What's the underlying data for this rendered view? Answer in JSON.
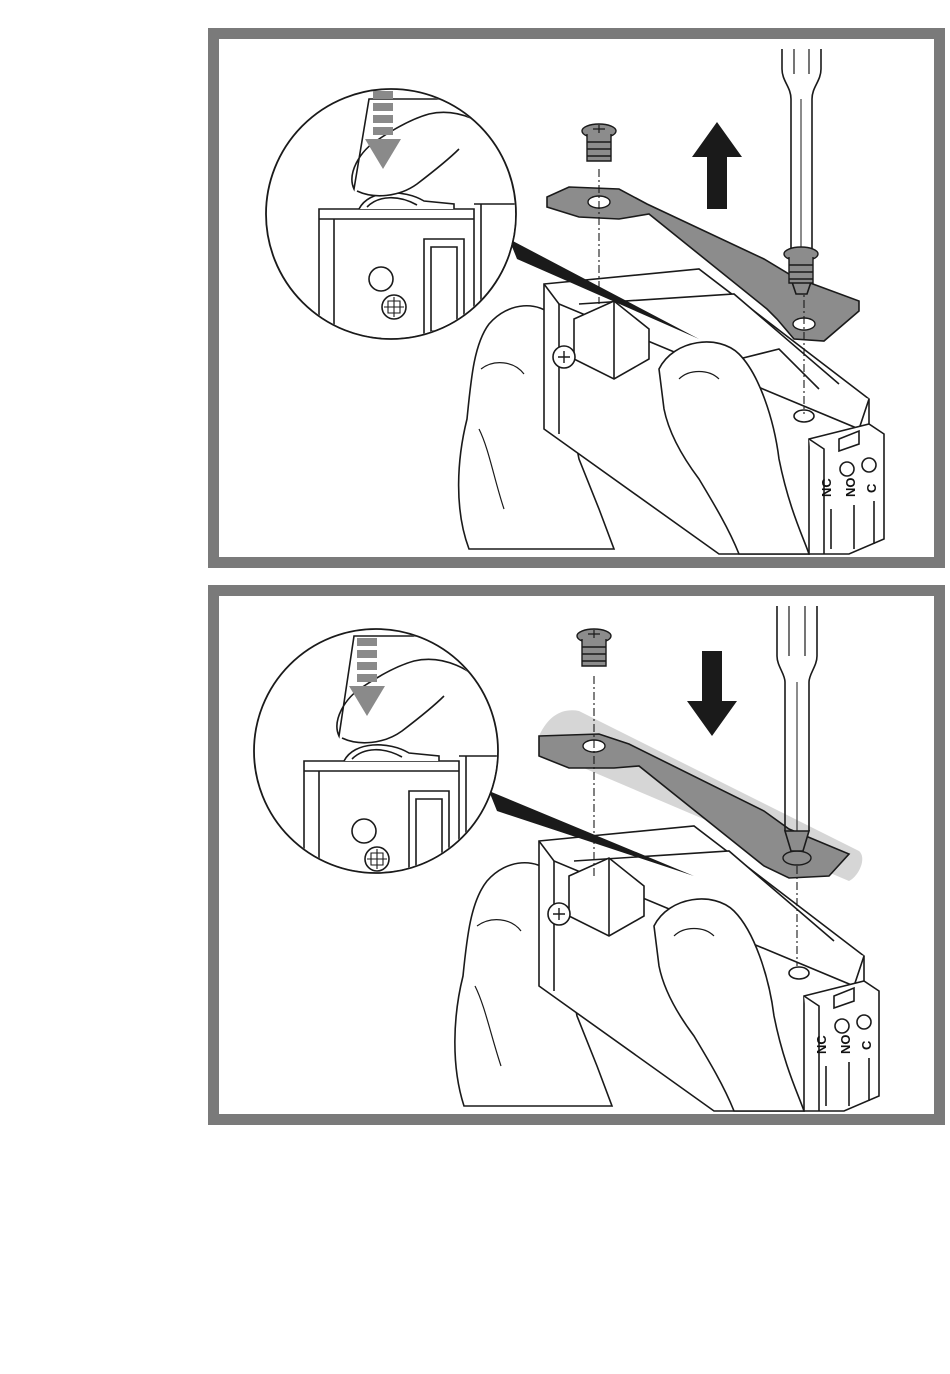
{
  "panels": [
    {
      "step": "remove-strike-plate",
      "arrow_direction": "up",
      "terminal_labels": [
        "NC",
        "NO",
        "C"
      ]
    },
    {
      "step": "install-strike-plate",
      "arrow_direction": "down",
      "terminal_labels": [
        "NC",
        "NO",
        "C"
      ]
    }
  ],
  "colors": {
    "frame": "#7a7a7a",
    "plate": "#8c8c8c",
    "arrow_solid": "#1a1a1a",
    "arrow_dashed": "#8a8a8a",
    "line": "#1a1a1a"
  }
}
